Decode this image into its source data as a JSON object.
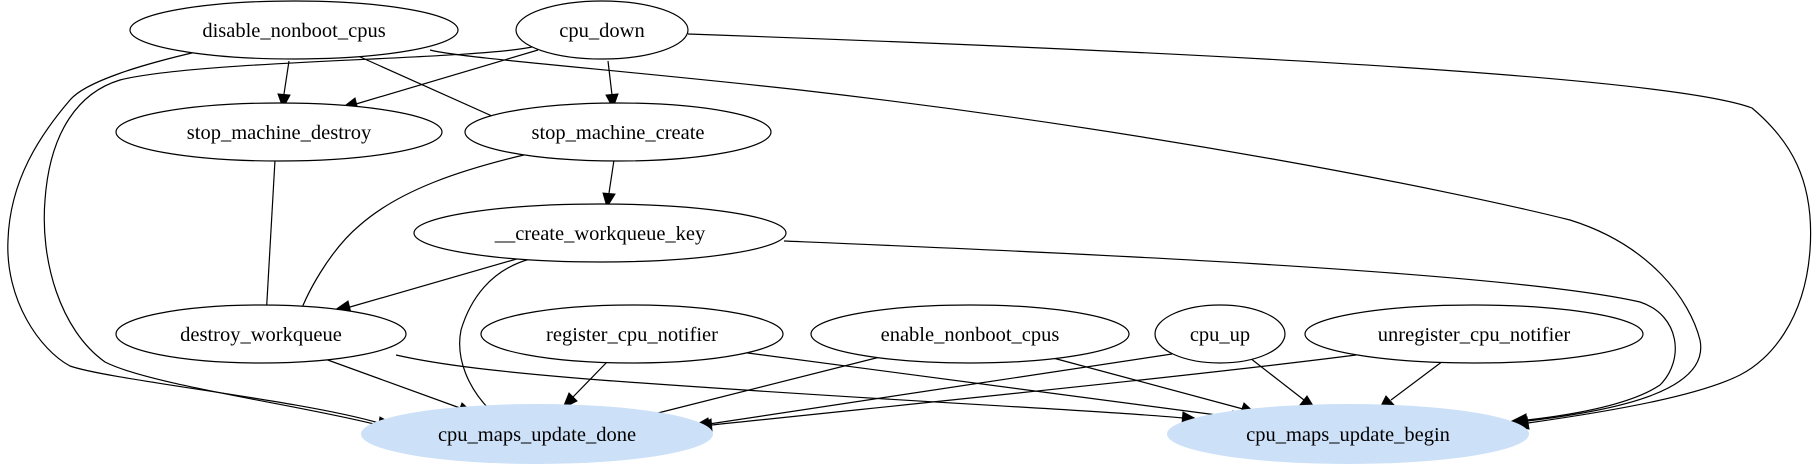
{
  "diagram": {
    "highlight_color": "#cce0f8",
    "nodes": {
      "disable_nonboot_cpus": "disable_nonboot_cpus",
      "cpu_down": "cpu_down",
      "stop_machine_destroy": "stop_machine_destroy",
      "stop_machine_create": "stop_machine_create",
      "create_workqueue_key": "__create_workqueue_key",
      "destroy_workqueue": "destroy_workqueue",
      "register_cpu_notifier": "register_cpu_notifier",
      "enable_nonboot_cpus": "enable_nonboot_cpus",
      "cpu_up": "cpu_up",
      "unregister_cpu_notifier": "unregister_cpu_notifier",
      "cpu_maps_update_done": "cpu_maps_update_done",
      "cpu_maps_update_begin": "cpu_maps_update_begin"
    },
    "edges": [
      {
        "from": "disable_nonboot_cpus",
        "to": "stop_machine_destroy"
      },
      {
        "from": "disable_nonboot_cpus",
        "to": "stop_machine_create"
      },
      {
        "from": "disable_nonboot_cpus",
        "to": "cpu_maps_update_done"
      },
      {
        "from": "disable_nonboot_cpus",
        "to": "cpu_maps_update_begin"
      },
      {
        "from": "cpu_down",
        "to": "stop_machine_destroy"
      },
      {
        "from": "cpu_down",
        "to": "stop_machine_create"
      },
      {
        "from": "cpu_down",
        "to": "cpu_maps_update_done"
      },
      {
        "from": "cpu_down",
        "to": "cpu_maps_update_begin"
      },
      {
        "from": "stop_machine_destroy",
        "to": "destroy_workqueue"
      },
      {
        "from": "stop_machine_create",
        "to": "create_workqueue_key"
      },
      {
        "from": "stop_machine_create",
        "to": "destroy_workqueue"
      },
      {
        "from": "create_workqueue_key",
        "to": "destroy_workqueue"
      },
      {
        "from": "create_workqueue_key",
        "to": "cpu_maps_update_done"
      },
      {
        "from": "create_workqueue_key",
        "to": "cpu_maps_update_begin"
      },
      {
        "from": "destroy_workqueue",
        "to": "cpu_maps_update_done"
      },
      {
        "from": "destroy_workqueue",
        "to": "cpu_maps_update_begin"
      },
      {
        "from": "register_cpu_notifier",
        "to": "cpu_maps_update_done"
      },
      {
        "from": "register_cpu_notifier",
        "to": "cpu_maps_update_begin"
      },
      {
        "from": "enable_nonboot_cpus",
        "to": "cpu_maps_update_done"
      },
      {
        "from": "enable_nonboot_cpus",
        "to": "cpu_maps_update_begin"
      },
      {
        "from": "cpu_up",
        "to": "cpu_maps_update_done"
      },
      {
        "from": "cpu_up",
        "to": "cpu_maps_update_begin"
      },
      {
        "from": "unregister_cpu_notifier",
        "to": "cpu_maps_update_done"
      },
      {
        "from": "unregister_cpu_notifier",
        "to": "cpu_maps_update_begin"
      }
    ]
  }
}
